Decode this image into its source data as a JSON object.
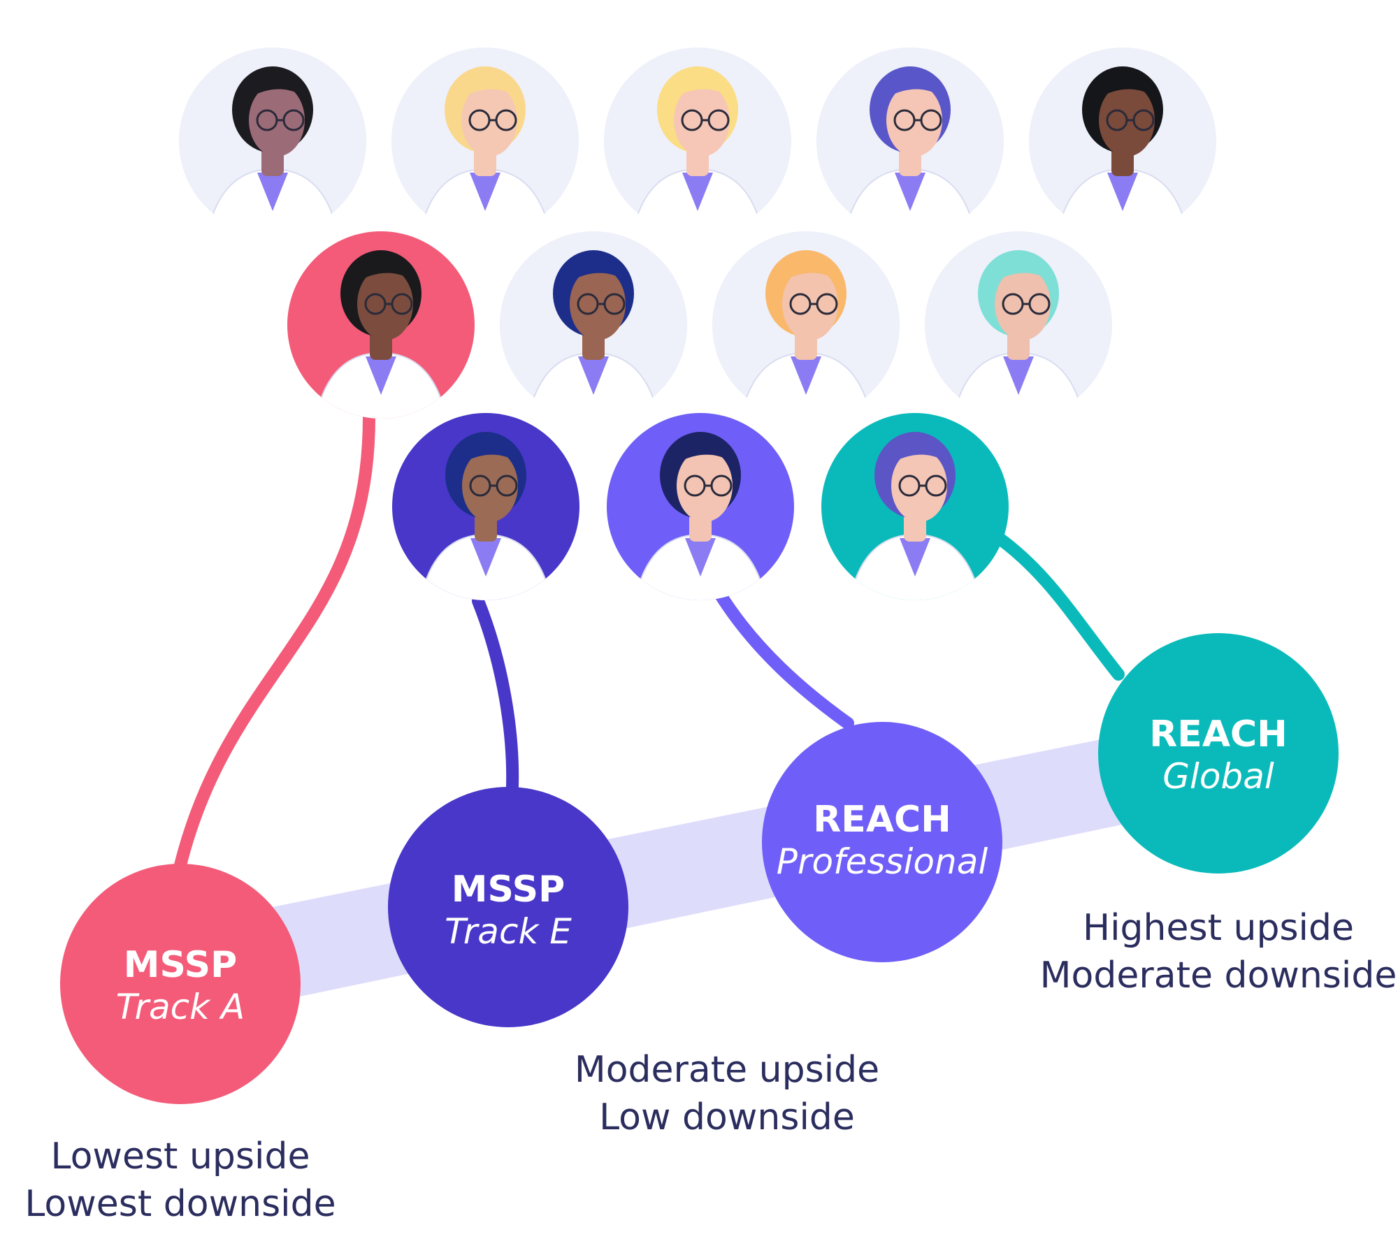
{
  "colors": {
    "background": "#ffffff",
    "track_band": "#dedcfb",
    "avatar_bg": "#eef0fa",
    "skin_tones": [
      "#9c6b78",
      "#f4c8b3",
      "#f6c7b6",
      "#f5c6b5",
      "#7a4a3a",
      "#7c4d3e",
      "#9a6553",
      "#f3c3ae",
      "#eec0ad",
      "#9b6b55",
      "#f3c4b3",
      "#f4c6b6"
    ],
    "caption_text": "#2b2d5e"
  },
  "programs": [
    {
      "title": "MSSP",
      "subtitle": "Track A",
      "color": "#f35b78",
      "icon": "doctor-avatar-woman-dark-hair"
    },
    {
      "title": "MSSP",
      "subtitle": "Track E",
      "color": "#4837c8",
      "icon": "doctor-avatar-man-beard"
    },
    {
      "title": "REACH",
      "subtitle": "Professional",
      "color": "#6f5ef7",
      "icon": "doctor-avatar-woman-navy-hair"
    },
    {
      "title": "REACH",
      "subtitle": "Global",
      "color": "#0ababa",
      "icon": "doctor-avatar-woman-blue-hair"
    }
  ],
  "captions": [
    {
      "line1": "Lowest upside",
      "line2": "Lowest downside"
    },
    {
      "line1": "Moderate upside",
      "line2": "Low downside"
    },
    {
      "line1": "Highest upside",
      "line2": "Moderate downside"
    }
  ],
  "avatars": {
    "icon": "doctor-avatar-icon",
    "row1": [
      "#1c1b1f",
      "#fad88b",
      "#fbdd85",
      "#5856c8",
      "#15161a"
    ],
    "row2": [
      "#1c2e8a",
      "#f9b86a",
      "#7ddfd6"
    ]
  }
}
